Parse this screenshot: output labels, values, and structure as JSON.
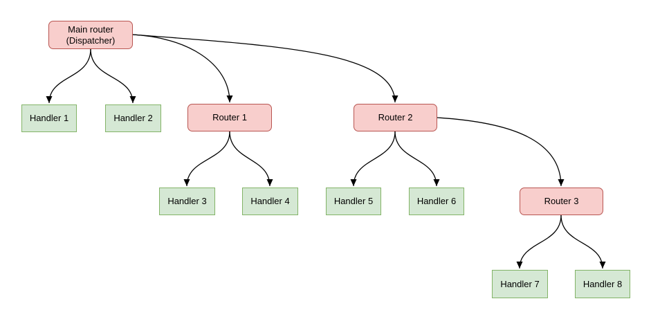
{
  "diagram": {
    "type": "tree",
    "nodes": [
      {
        "id": "main-router",
        "type": "router",
        "label_line1": "Main router",
        "label_line2": "(Dispatcher)"
      },
      {
        "id": "handler-1",
        "type": "handler",
        "label": "Handler 1"
      },
      {
        "id": "handler-2",
        "type": "handler",
        "label": "Handler 2"
      },
      {
        "id": "router-1",
        "type": "router",
        "label": "Router 1"
      },
      {
        "id": "router-2",
        "type": "router",
        "label": "Router 2"
      },
      {
        "id": "handler-3",
        "type": "handler",
        "label": "Handler 3"
      },
      {
        "id": "handler-4",
        "type": "handler",
        "label": "Handler 4"
      },
      {
        "id": "handler-5",
        "type": "handler",
        "label": "Handler 5"
      },
      {
        "id": "handler-6",
        "type": "handler",
        "label": "Handler 6"
      },
      {
        "id": "router-3",
        "type": "router",
        "label": "Router 3"
      },
      {
        "id": "handler-7",
        "type": "handler",
        "label": "Handler 7"
      },
      {
        "id": "handler-8",
        "type": "handler",
        "label": "Handler 8"
      }
    ],
    "edges": [
      {
        "from": "Main router (Dispatcher)",
        "to": "Handler 1"
      },
      {
        "from": "Main router (Dispatcher)",
        "to": "Handler 2"
      },
      {
        "from": "Main router (Dispatcher)",
        "to": "Router 1"
      },
      {
        "from": "Main router (Dispatcher)",
        "to": "Router 2"
      },
      {
        "from": "Router 1",
        "to": "Handler 3"
      },
      {
        "from": "Router 1",
        "to": "Handler 4"
      },
      {
        "from": "Router 2",
        "to": "Handler 5"
      },
      {
        "from": "Router 2",
        "to": "Handler 6"
      },
      {
        "from": "Router 2",
        "to": "Router 3"
      },
      {
        "from": "Router 3",
        "to": "Handler 7"
      },
      {
        "from": "Router 3",
        "to": "Handler 8"
      }
    ],
    "colors": {
      "router_fill": "#f8cecc",
      "router_stroke": "#b85450",
      "handler_fill": "#d5e8d4",
      "handler_stroke": "#82b366",
      "edge": "#000000",
      "text": "#000000",
      "background": "#ffffff"
    }
  }
}
